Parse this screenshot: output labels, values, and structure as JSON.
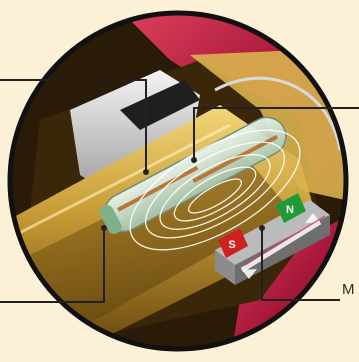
{
  "labels": {
    "magnet_callout": "M"
  },
  "magnet": {
    "south_pole": "S",
    "north_pole": "N"
  },
  "colors": {
    "background": "#fcf0d6",
    "tube_brass": "#c8a040",
    "housing_red": "#b01c38",
    "magnet_south": "#d21f1f",
    "magnet_north": "#1f9a36",
    "field_lines": "#ffffff",
    "leader_lines": "#222222"
  }
}
